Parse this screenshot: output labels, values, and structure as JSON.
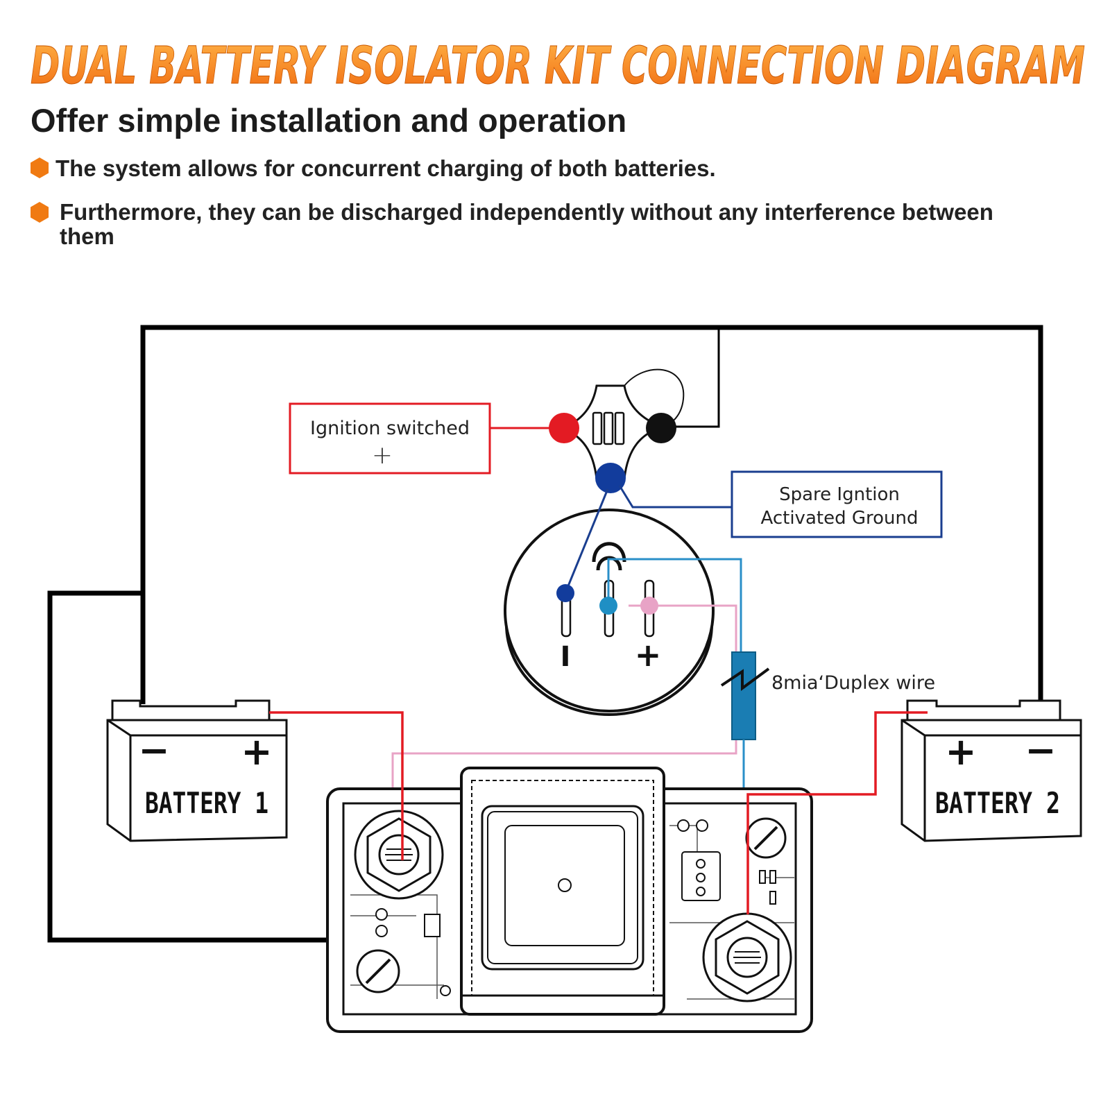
{
  "header": {
    "title": "DUAL BATTERY ISOLATOR KIT CONNECTION DIAGRAM",
    "subtitle": "Offer simple installation and operation",
    "bullets": [
      "The system allows for concurrent charging of both batteries.",
      "Furthermore, they can be discharged independently without any interference between them"
    ]
  },
  "diagram": {
    "ignition_label": "Ignition switched",
    "ignition_sign": "+",
    "spare_label_line1": "Spare Igntion",
    "spare_label_line2": "Activated Ground",
    "wire_label": "8mia‘Duplex wire",
    "battery1": {
      "name": "BATTERY 1",
      "neg": "−",
      "pos": "+"
    },
    "battery2": {
      "name": "BATTERY 2",
      "neg": "−",
      "pos": "+"
    },
    "switch_minus": "I",
    "switch_plus": "+"
  },
  "colors": {
    "accent_orange": "#f07a12",
    "wire_red": "#e31b23",
    "wire_blue": "#1a3e8f",
    "wire_light_blue": "#2a8fc8",
    "wire_pink": "#e8a3c6",
    "frame_black": "#000000"
  },
  "icons": [
    "bullet-hexagon-icon",
    "ignition-connector-icon",
    "toggle-switch-icon",
    "fuse-icon",
    "battery-icon",
    "isolator-relay-icon"
  ]
}
